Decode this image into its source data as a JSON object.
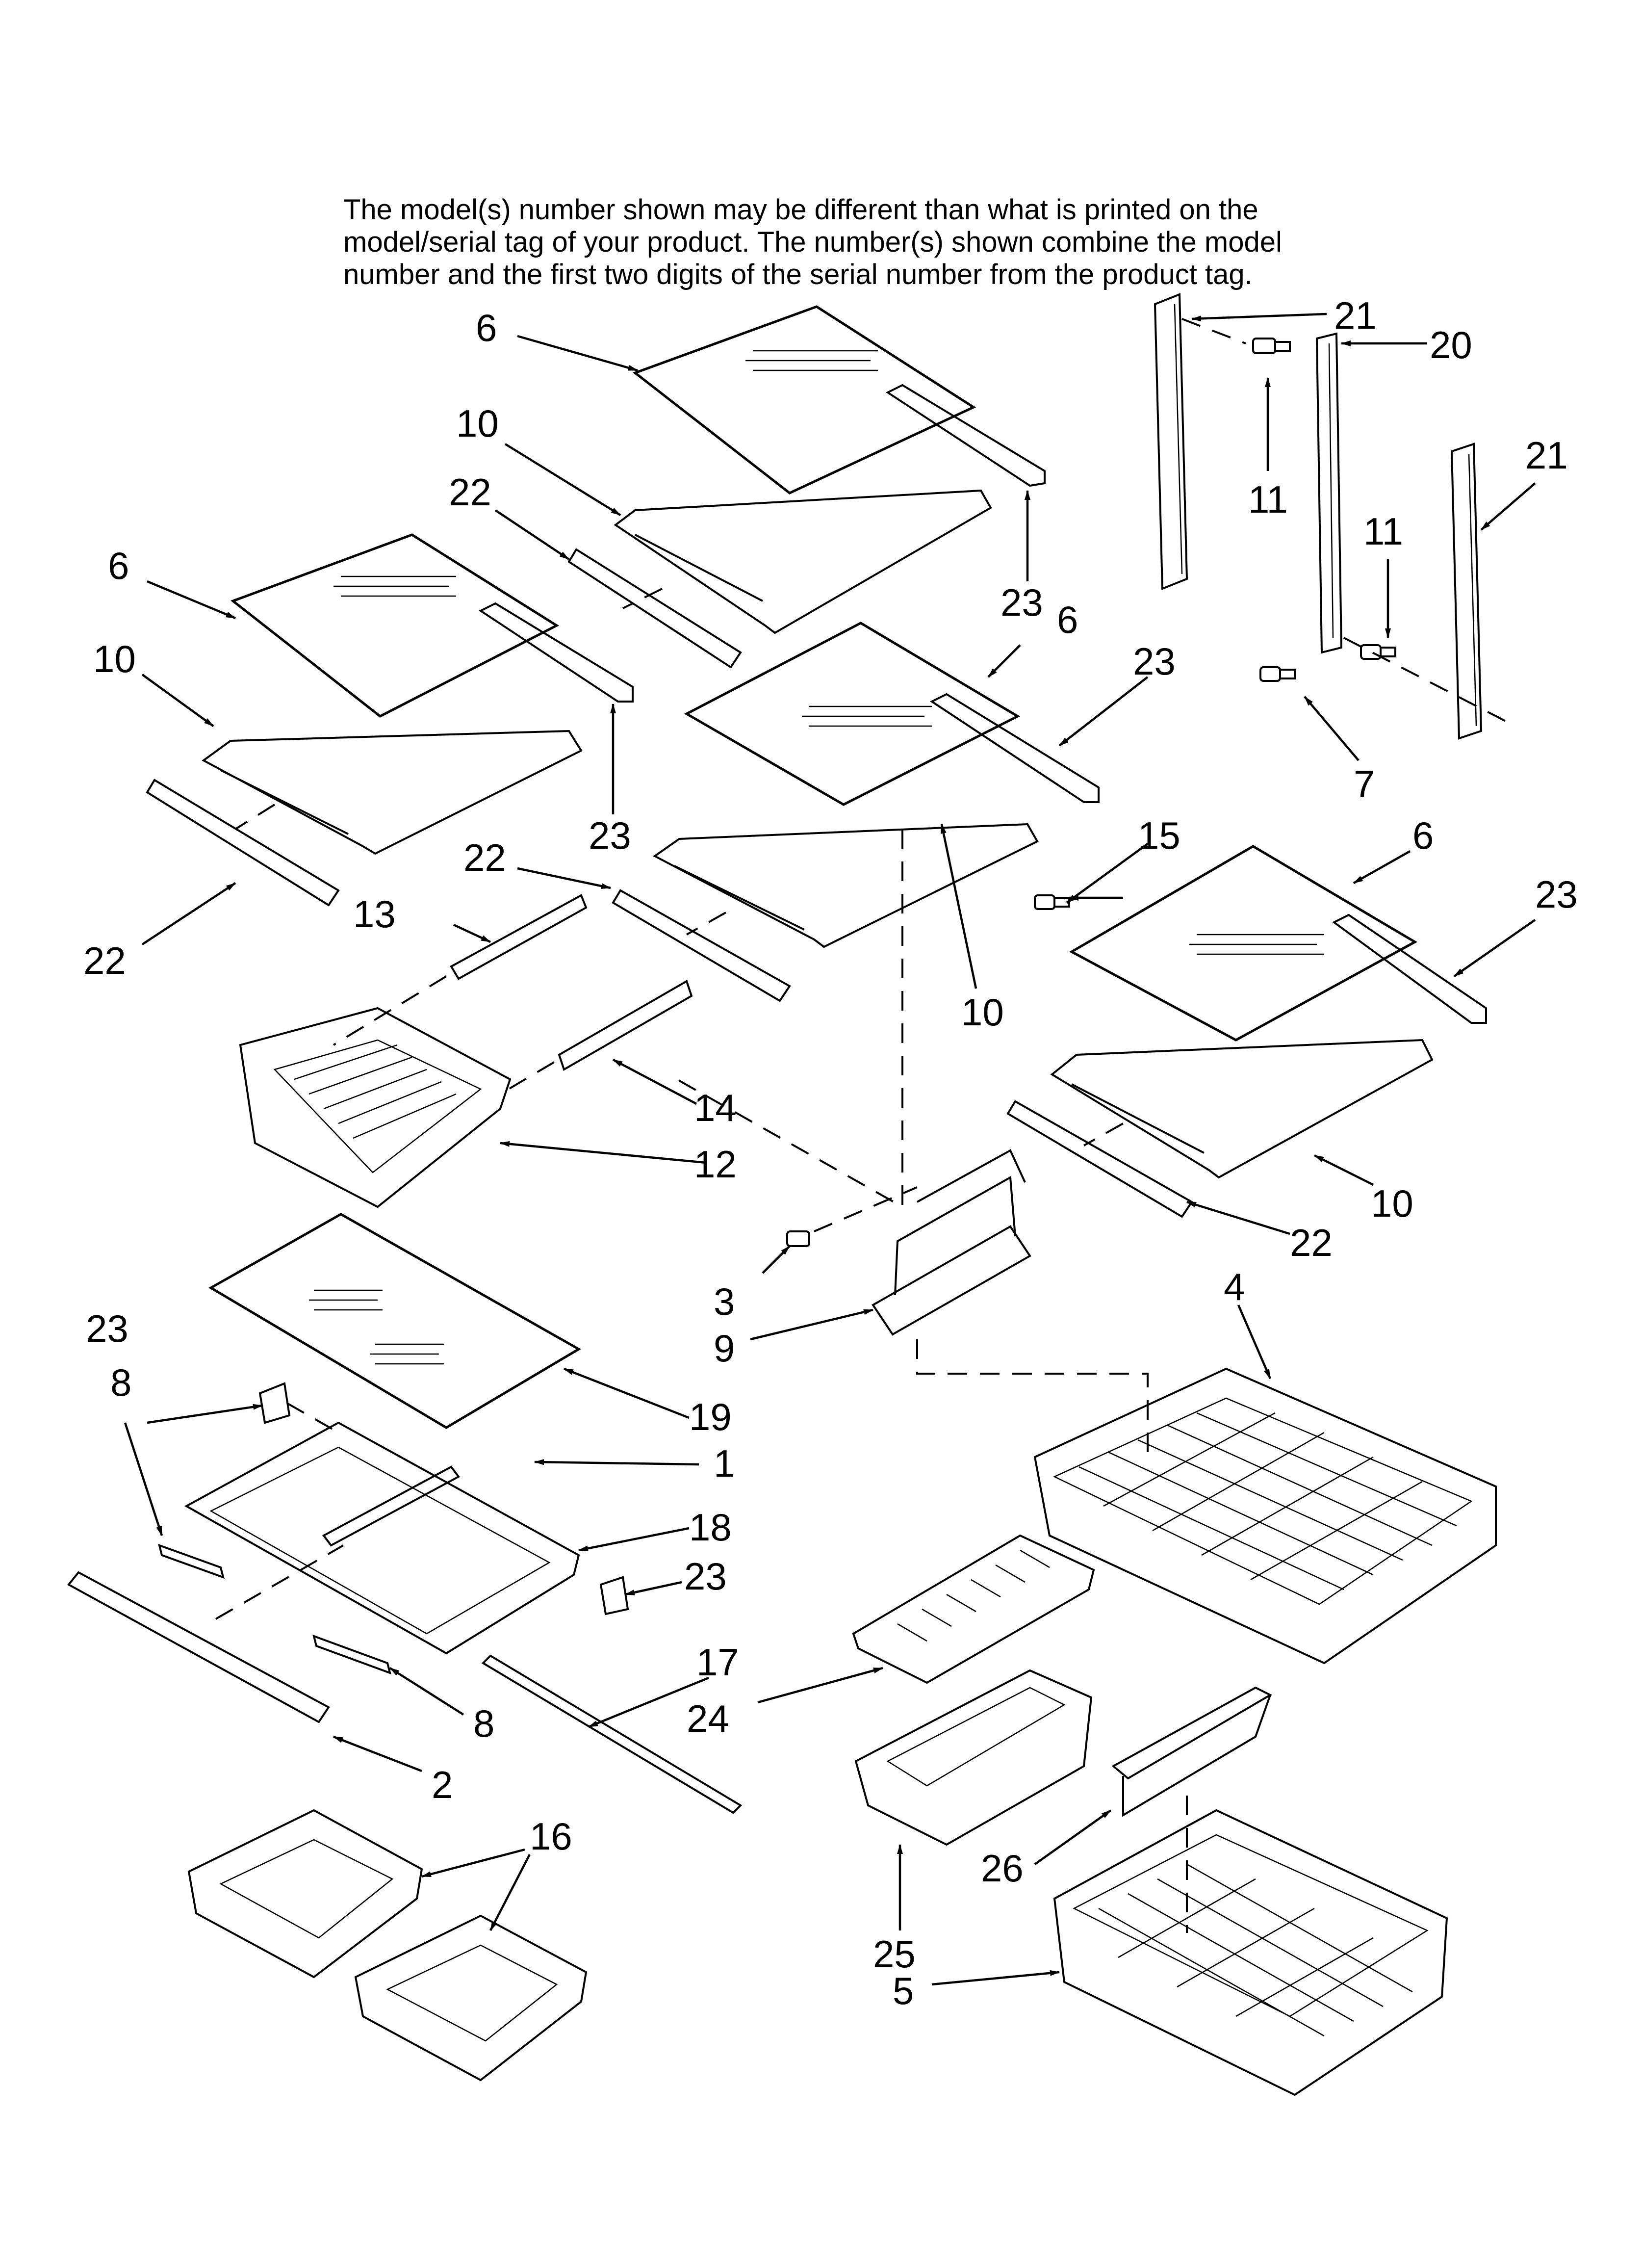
{
  "note": {
    "line1": "The model(s) number shown may be different than what is printed on the",
    "line2": "model/serial tag of your product. The number(s) shown combine the model",
    "line3": "number and the first two digits of the serial number from the product tag."
  },
  "callouts": {
    "c1": "1",
    "c2": "2",
    "c3": "3",
    "c4": "4",
    "c5": "5",
    "c6a": "6",
    "c6b": "6",
    "c6c": "6",
    "c6d": "6",
    "c7": "7",
    "c8a": "8",
    "c8b": "8",
    "c9": "9",
    "c10a": "10",
    "c10b": "10",
    "c10c": "10",
    "c10d": "10",
    "c11a": "11",
    "c11b": "11",
    "c12": "12",
    "c13": "13",
    "c14": "14",
    "c15": "15",
    "c16": "16",
    "c17": "17",
    "c18": "18",
    "c19": "19",
    "c20": "20",
    "c21a": "21",
    "c21b": "21",
    "c22a": "22",
    "c22b": "22",
    "c22c": "22",
    "c22d": "22",
    "c23a": "23",
    "c23b": "23",
    "c23c": "23",
    "c23d": "23",
    "c23e": "23",
    "c23f": "23",
    "c24": "24",
    "c25": "25",
    "c26": "26"
  }
}
